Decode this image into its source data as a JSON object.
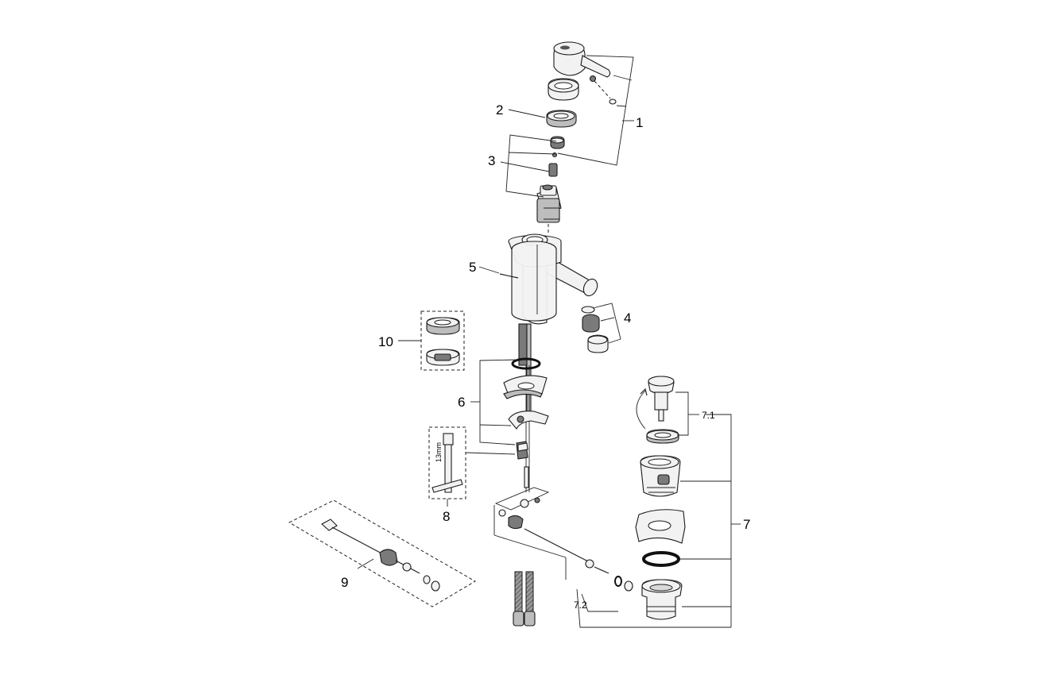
{
  "diagram": {
    "part_numbers": [
      "1",
      "2",
      "3",
      "4",
      "5",
      "6",
      "7",
      "7.1",
      "7.2",
      "8",
      "9",
      "10"
    ],
    "tool_label": "13mm"
  }
}
